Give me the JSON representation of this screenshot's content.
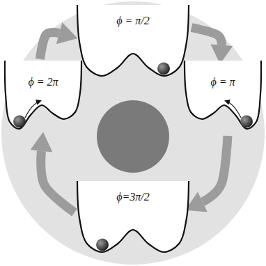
{
  "diagram": {
    "nodes": [
      {
        "text": [
          "ϕ = π/2"
        ]
      },
      {
        "text": [
          "ϕ = 2π"
        ]
      },
      {
        "text": [
          "ϕ = π"
        ]
      },
      {
        "text": [
          "ϕ=3π/2"
        ]
      }
    ],
    "edges": [
      {
        "from": 0,
        "to": 2,
        "arrow": "to"
      },
      {
        "from": 2,
        "to": 3,
        "arrow": "to"
      },
      {
        "from": 3,
        "to": 1,
        "arrow": "to"
      },
      {
        "from": 1,
        "to": 0,
        "arrow": "to"
      }
    ]
  }
}
